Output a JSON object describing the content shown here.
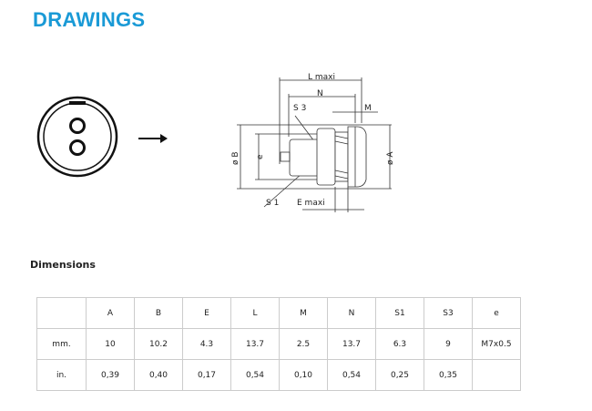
{
  "title": "DRAWINGS",
  "section": "Dimensions",
  "drawing_labels": {
    "l_maxi": "L maxi",
    "n": "N",
    "m": "M",
    "s3": "S 3",
    "s1": "S 1",
    "e_maxi": "E  maxi",
    "dia_b": "ø B",
    "dia_a": "ø A",
    "e": "e"
  },
  "table": {
    "headers": [
      "",
      "A",
      "B",
      "E",
      "L",
      "M",
      "N",
      "S1",
      "S3",
      "e"
    ],
    "rows": [
      [
        "mm.",
        "10",
        "10.2",
        "4.3",
        "13.7",
        "2.5",
        "13.7",
        "6.3",
        "9",
        "M7x0.5"
      ],
      [
        "in.",
        "0,39",
        "0,40",
        "0,17",
        "0,54",
        "0,10",
        "0,54",
        "0,25",
        "0,35",
        ""
      ]
    ]
  }
}
